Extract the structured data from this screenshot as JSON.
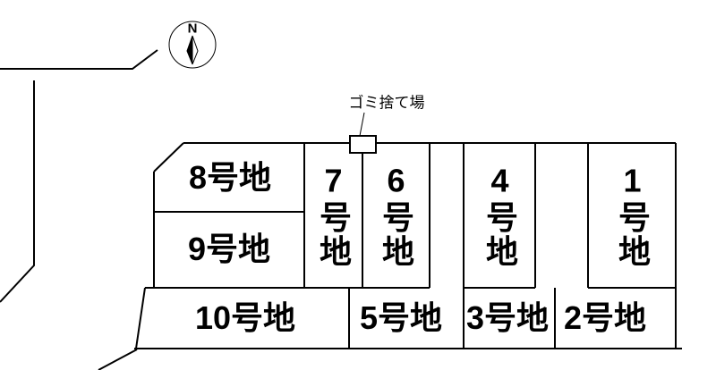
{
  "compass": {
    "label": "N"
  },
  "garbage": {
    "label": "ゴミ捨て場"
  },
  "lots": [
    {
      "id": "8",
      "label": "8号地"
    },
    {
      "id": "9",
      "label": "9号地"
    },
    {
      "id": "7",
      "label": "7号地"
    },
    {
      "id": "6",
      "label": "6号地"
    },
    {
      "id": "4",
      "label": "4号地"
    },
    {
      "id": "1",
      "label": "1号地"
    },
    {
      "id": "10",
      "label": "10号地"
    },
    {
      "id": "5",
      "label": "5号地"
    },
    {
      "id": "3",
      "label": "3号地"
    },
    {
      "id": "2",
      "label": "2号地"
    }
  ],
  "colors": {
    "line": "#000000",
    "background": "#ffffff"
  }
}
